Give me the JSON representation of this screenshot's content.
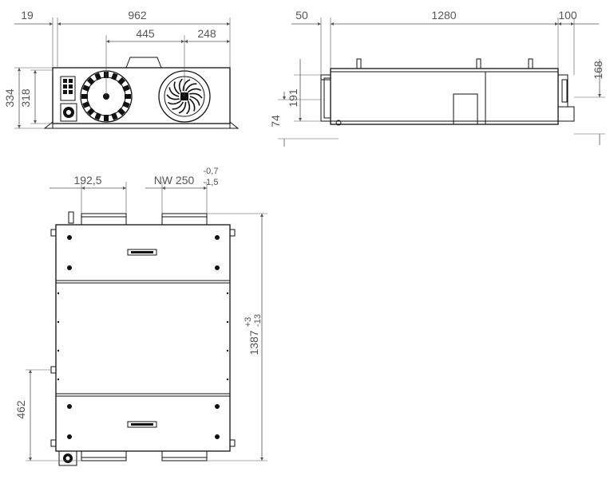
{
  "front_view": {
    "dim_left_offset": "19",
    "dim_total_width": "962",
    "dim_spigot_1": "445",
    "dim_spigot_2": "248",
    "dim_height_total": "334",
    "dim_height_body": "318"
  },
  "side_view": {
    "dim_left": "50",
    "dim_length": "1280",
    "dim_right": "100",
    "dim_height_right": "168",
    "dim_spigot_height": "191",
    "dim_base_offset": "74"
  },
  "plan_view": {
    "dim_spigot_offset": "192,5",
    "dim_nw_label": "NW 250",
    "dim_nw_tol_upper": "-0,7",
    "dim_nw_tol_lower": "-1,5",
    "dim_length": "1387",
    "dim_length_tol_upper": "+3",
    "dim_length_tol_lower": "-13",
    "dim_bottom": "462"
  },
  "colors": {
    "line": "#111111",
    "dimension": "#555555"
  },
  "icons": [
    "fan-icon",
    "terminal-block-icon",
    "switch-icon"
  ]
}
